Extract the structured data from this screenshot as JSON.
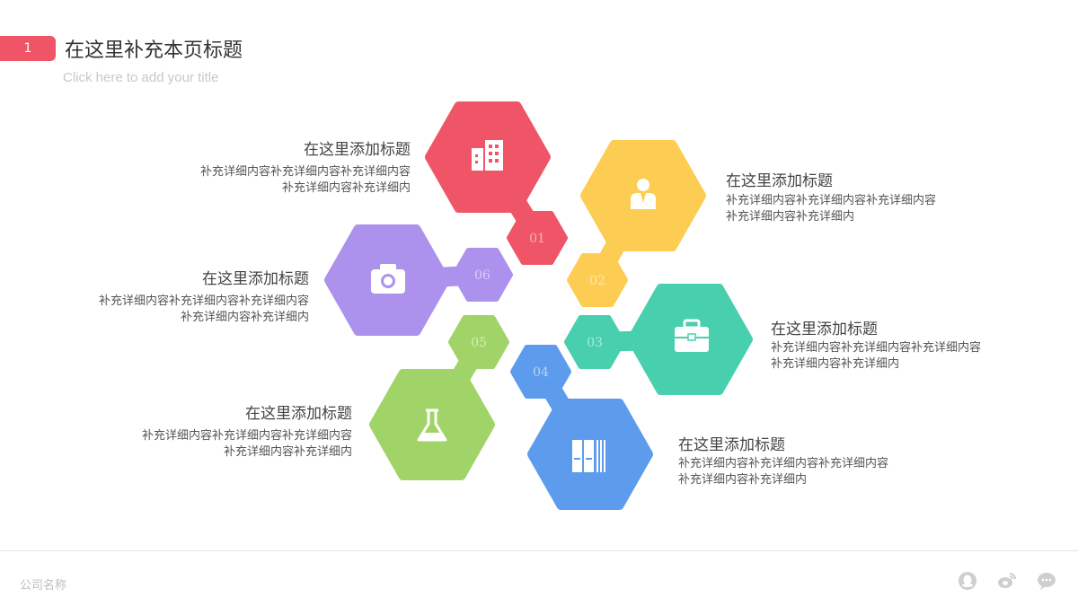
{
  "header": {
    "page_number": "1",
    "title": "在这里补充本页标题",
    "subtitle": "Click here to add your title"
  },
  "items": [
    {
      "num": "01",
      "title": "在这里添加标题",
      "desc1": "补充详细内容补充详细内容补充详细内容",
      "desc2": "补充详细内容补充详细内",
      "color": "#ef5566",
      "icon": "building-icon"
    },
    {
      "num": "02",
      "title": "在这里添加标题",
      "desc1": "补充详细内容补充详细内容补充详细内容",
      "desc2": "补充详细内容补充详细内",
      "color": "#fdcc52",
      "icon": "person-icon"
    },
    {
      "num": "03",
      "title": "在这里添加标题",
      "desc1": "补充详细内容补充详细内容补充详细内容",
      "desc2": "补充详细内容补充详细内",
      "color": "#48cfad",
      "icon": "briefcase-icon"
    },
    {
      "num": "04",
      "title": "在这里添加标题",
      "desc1": "补充详细内容补充详细内容补充详细内容",
      "desc2": "补充详细内容补充详细内",
      "color": "#5d9cec",
      "icon": "books-icon"
    },
    {
      "num": "05",
      "title": "在这里添加标题",
      "desc1": "补充详细内容补充详细内容补充详细内容",
      "desc2": "补充详细内容补充详细内",
      "color": "#a0d468",
      "icon": "flask-icon"
    },
    {
      "num": "06",
      "title": "在这里添加标题",
      "desc1": "补充详细内容补充详细内容补充详细内容",
      "desc2": "补充详细内容补充详细内",
      "color": "#ac92ec",
      "icon": "camera-icon"
    }
  ],
  "footer": {
    "company": "公司名称",
    "icons": [
      "qq-icon",
      "weibo-icon",
      "wechat-icon"
    ]
  }
}
